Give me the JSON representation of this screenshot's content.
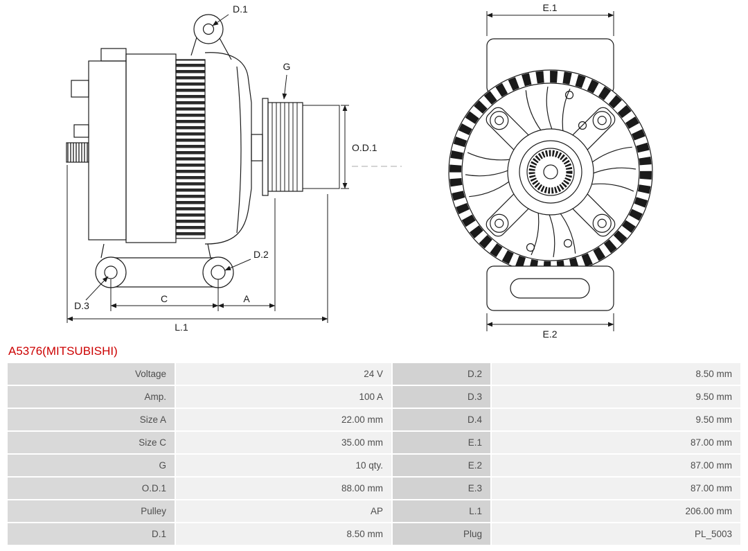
{
  "title": "A5376(MITSUBISHI)",
  "accent_red": "#cc0000",
  "diagram": {
    "labels": {
      "d1": "D.1",
      "g": "G",
      "od1": "O.D.1",
      "d2": "D.2",
      "d3": "D.3",
      "c": "C",
      "a": "A",
      "l1": "L.1",
      "e1": "E.1",
      "e2": "E.2"
    }
  },
  "table": {
    "rows": [
      {
        "label1": "Voltage",
        "value1": "24 V",
        "label2": "D.2",
        "value2": "8.50 mm"
      },
      {
        "label1": "Amp.",
        "value1": "100 A",
        "label2": "D.3",
        "value2": "9.50 mm"
      },
      {
        "label1": "Size A",
        "value1": "22.00 mm",
        "label2": "D.4",
        "value2": "9.50 mm"
      },
      {
        "label1": "Size C",
        "value1": "35.00 mm",
        "label2": "E.1",
        "value2": "87.00 mm"
      },
      {
        "label1": "G",
        "value1": "10 qty.",
        "label2": "E.2",
        "value2": "87.00 mm"
      },
      {
        "label1": "O.D.1",
        "value1": "88.00 mm",
        "label2": "E.3",
        "value2": "87.00 mm"
      },
      {
        "label1": "Pulley",
        "value1": "AP",
        "label2": "L.1",
        "value2": "206.00 mm"
      },
      {
        "label1": "D.1",
        "value1": "8.50 mm",
        "label2": "Plug",
        "value2": "PL_5003"
      }
    ]
  }
}
